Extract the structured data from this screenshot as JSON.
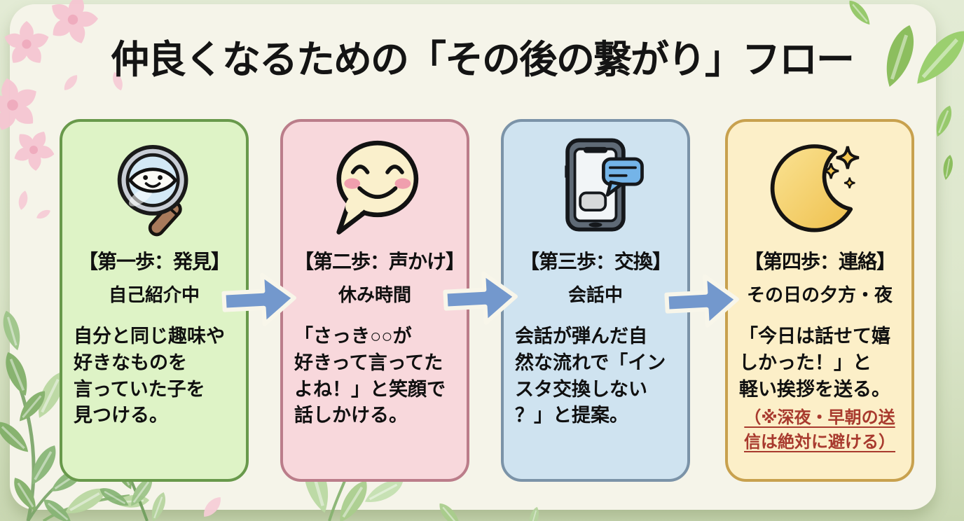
{
  "title": "仲良くなるための「その後の繋がり」フロー",
  "steps": [
    {
      "icon": "magnifier-eye-icon",
      "heading": "【第一歩：発見】",
      "timing": "自己紹介中",
      "body": "自分と同じ趣味や\n好きなものを\n言っていた子を\n見つける。"
    },
    {
      "icon": "smiling-speech-bubble-icon",
      "heading": "【第二歩：声かけ】",
      "timing": "休み時間",
      "body": "「さっき○○が\n好きって言ってた\nよね！」と笑顔で\n話しかける。"
    },
    {
      "icon": "phone-chat-icon",
      "heading": "【第三歩：交換】",
      "timing": "会話中",
      "body": "会話が弾んだ自\n然な流れで「イン\nスタ交換しない\n？」と提案。"
    },
    {
      "icon": "moon-stars-icon",
      "heading": "【第四歩：連絡】",
      "timing": "その日の夕方・夜",
      "body": "「今日は話せて嬉\nしかった！」と\n軽い挨拶を送る。",
      "note": "（※深夜・早朝の送\n信は絶対に避ける）"
    }
  ],
  "palette": {
    "background_green": "#dde7cc",
    "panel_cream": "#f5f4e9",
    "title_color": "#141414",
    "step1_bg": "#def3c6",
    "step1_border": "#68994b",
    "step2_bg": "#f8d8dc",
    "step2_border": "#bb7d8a",
    "step3_bg": "#cfe3f0",
    "step3_border": "#7b93a8",
    "step4_bg": "#fcefc8",
    "step4_border": "#c8a14e",
    "arrow_blue": "#7398cd",
    "note_red": "#a83a2e",
    "sakura_pink": "#f6c6d2",
    "leaf_green": "#8cbe5e"
  }
}
